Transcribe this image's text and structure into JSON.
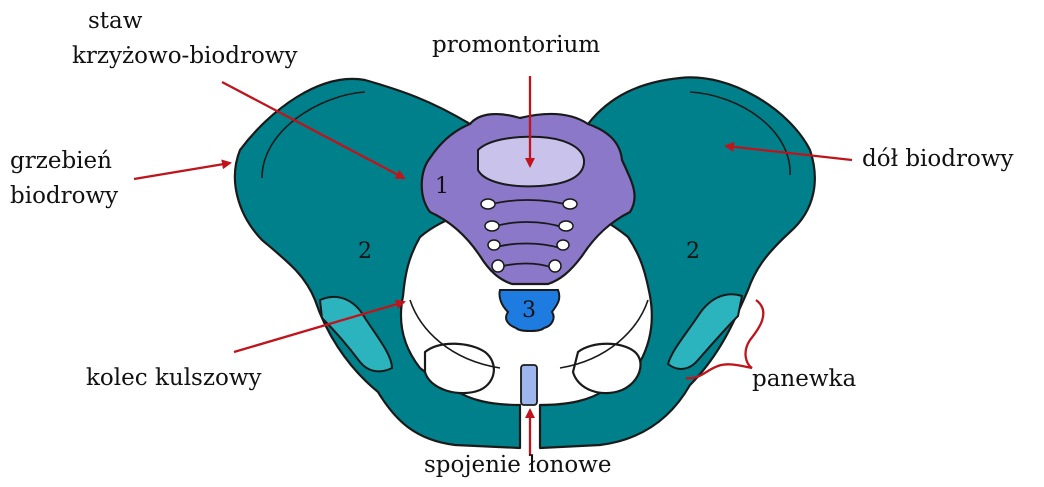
{
  "diagram": {
    "labels": {
      "staw": "staw",
      "krzyzowo": "krzyżowo-biodrowy",
      "promontorium": "promontorium",
      "grzebien": "grzebień",
      "biodrowy": "biodrowy",
      "dol_biodrowy": "dół biodrowy",
      "kolec_kulszowy": "kolec kulszowy",
      "panewka": "panewka",
      "spojenie_lonowe": "spojenie łonowe"
    },
    "numbers": {
      "sacrum": "1",
      "ilium_left": "2",
      "ilium_right": "2",
      "coccyx": "3"
    },
    "colors": {
      "hip_bone": "#00808A",
      "acetabulum": "#2BB3BE",
      "sacrum": "#8B78C9",
      "promontory": "#C9C3EC",
      "coccyx": "#1E7BE0",
      "symphysis": "#9DB6EE",
      "arrow": "#C0141C",
      "outline": "#1a1a1a"
    }
  }
}
